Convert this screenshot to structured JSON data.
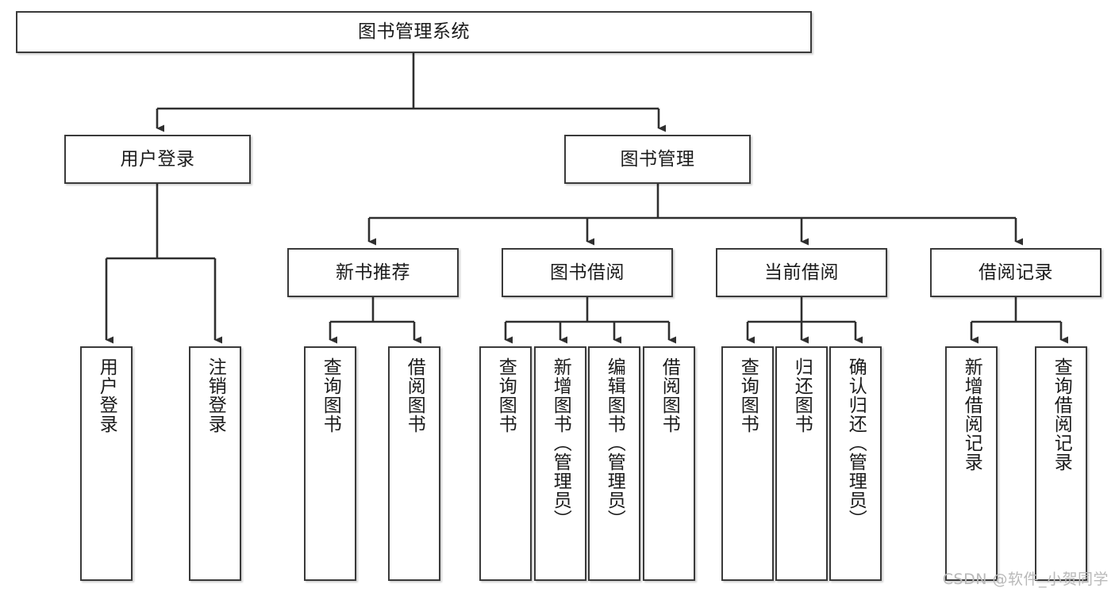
{
  "diagram": {
    "title": "图书管理系统",
    "type": "hierarchy-tree",
    "colors": {
      "box_border": "#3a3a3a",
      "box_fill": "#ffffff",
      "edge": "#2f2f2f",
      "text": "#1b1b1b",
      "watermark": "#b9b9b9"
    },
    "root": {
      "label": "图书管理系统"
    },
    "level2": [
      {
        "label": "用户登录"
      },
      {
        "label": "图书管理"
      }
    ],
    "level3": [
      {
        "label": "新书推荐"
      },
      {
        "label": "图书借阅"
      },
      {
        "label": "当前借阅"
      },
      {
        "label": "借阅记录"
      }
    ],
    "leaves": {
      "user_login": [
        {
          "label": "用户登录"
        },
        {
          "label": "注销登录"
        }
      ],
      "new_book": [
        {
          "label": "查询图书"
        },
        {
          "label": "借阅图书"
        }
      ],
      "book_borrow": [
        {
          "label": "查询图书"
        },
        {
          "label": "新增图书（管理员）"
        },
        {
          "label": "编辑图书（管理员）"
        },
        {
          "label": "借阅图书"
        }
      ],
      "current_borrow": [
        {
          "label": "查询图书"
        },
        {
          "label": "归还图书"
        },
        {
          "label": "确认归还（管理员）"
        }
      ],
      "borrow_record": [
        {
          "label": "新增借阅记录"
        },
        {
          "label": "查询借阅记录"
        }
      ]
    },
    "watermark": "CSDN @软件_小贺同学"
  }
}
